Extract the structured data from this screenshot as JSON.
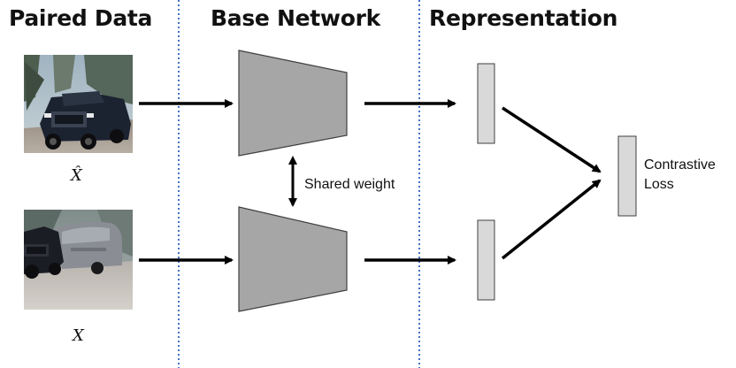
{
  "headings": {
    "paired_data": "Paired Data",
    "base_network": "Base Network",
    "representation": "Representation"
  },
  "labels": {
    "shared_weight": "Shared weight",
    "contrastive_line1": "Contrastive",
    "contrastive_line2": "Loss",
    "x_hat": "X̂",
    "x": "X"
  },
  "colors": {
    "divider": "#4472c4",
    "encoder_fill": "#a6a6a6",
    "encoder_stroke": "#404040",
    "vector_fill": "#d9d9d9",
    "arrow": "#000000"
  },
  "images": {
    "top": "truck-photo",
    "bottom": "truck-with-trailer-photo"
  }
}
